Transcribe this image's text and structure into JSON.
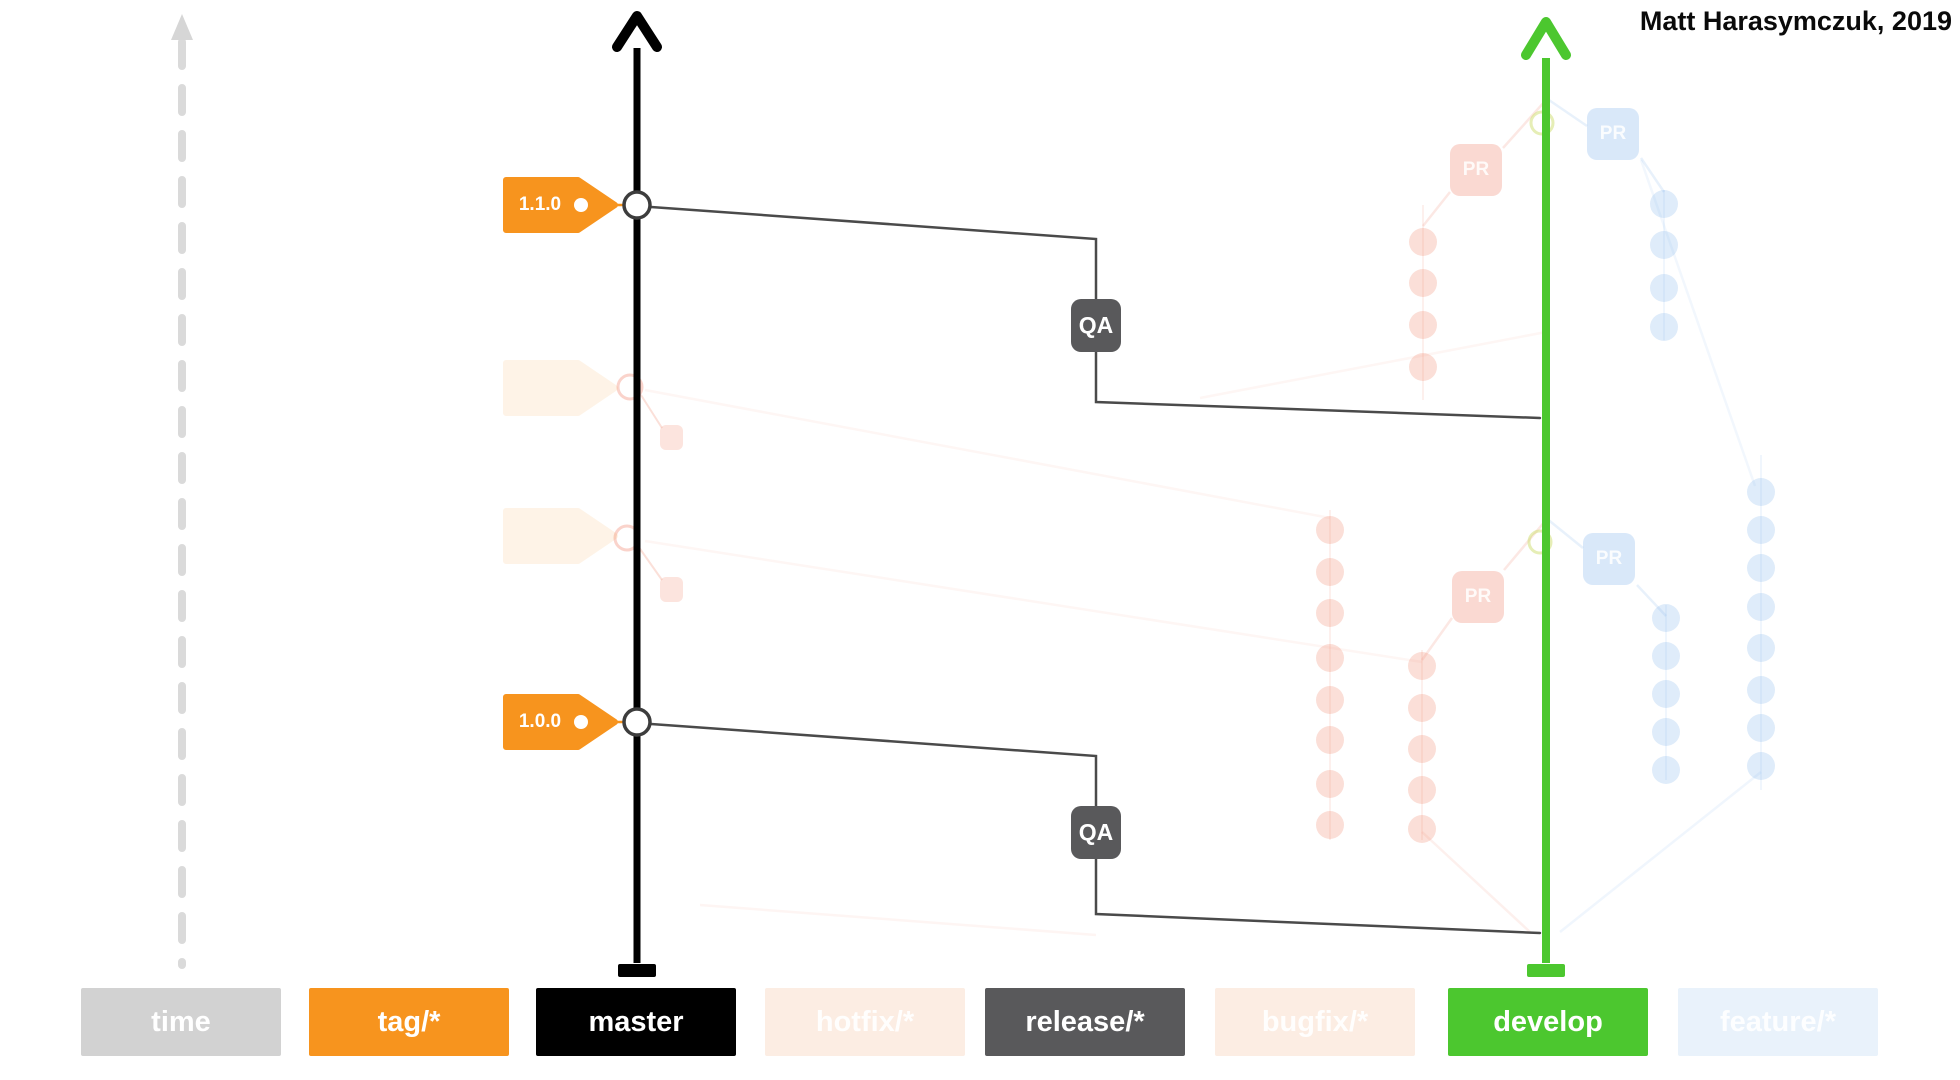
{
  "attribution": "Matt Harasymczuk, 2019",
  "tags": [
    {
      "label": "1.1.0"
    },
    {
      "label": "1.0.0"
    }
  ],
  "qa_badges": [
    {
      "label": "QA"
    },
    {
      "label": "QA"
    }
  ],
  "pr_badges": [
    {
      "label": "PR"
    },
    {
      "label": "PR"
    },
    {
      "label": "PR"
    },
    {
      "label": "PR"
    }
  ],
  "legend": [
    {
      "label": "time",
      "bg": "#D2D2D2",
      "fg": "#FFFFFF",
      "faded": false
    },
    {
      "label": "tag/*",
      "bg": "#F7941E",
      "fg": "#FFFFFF",
      "faded": false
    },
    {
      "label": "master",
      "bg": "#000000",
      "fg": "#FFFFFF",
      "faded": false
    },
    {
      "label": "hotfix/*",
      "bg": "#FCEDE3",
      "fg": "rgba(255,255,255,0.9)",
      "faded": true
    },
    {
      "label": "release/*",
      "bg": "#59595B",
      "fg": "#FFFFFF",
      "faded": false
    },
    {
      "label": "bugfix/*",
      "bg": "#FCEDE3",
      "fg": "rgba(255,255,255,0.9)",
      "faded": true
    },
    {
      "label": "develop",
      "bg": "#4CC72F",
      "fg": "#FFFFFF",
      "faded": false
    },
    {
      "label": "feature/*",
      "bg": "#E9F2FB",
      "fg": "rgba(255,255,255,0.9)",
      "faded": true
    }
  ],
  "colors": {
    "master": "#000000",
    "develop": "#4CC72F",
    "release": "#4A4A4A",
    "tag_orange": "#F7941E",
    "time_gray": "#DADADA",
    "faded_pink": "#F08269",
    "faded_blue": "#82B4EB"
  }
}
